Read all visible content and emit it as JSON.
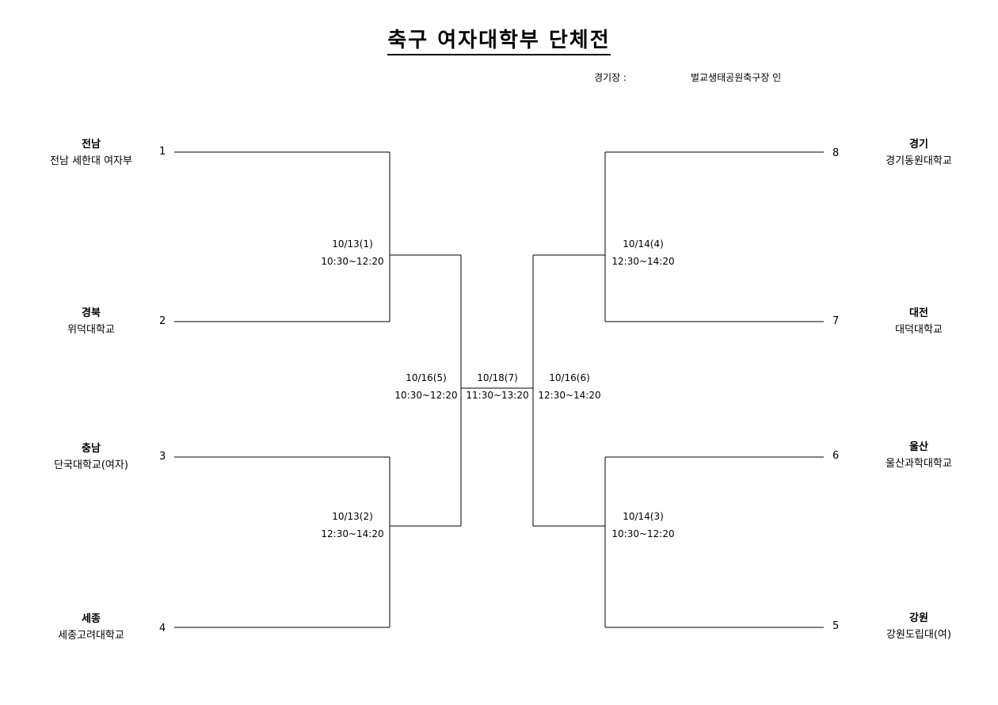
{
  "title": "축구 여자대학부 단체전",
  "venue": {
    "label": "경기장 :",
    "value": "벌교생태공원축구장 인"
  },
  "teams": [
    {
      "seed": "1",
      "region": "전남",
      "name": "전남 세한대 여자부"
    },
    {
      "seed": "2",
      "region": "경북",
      "name": "위덕대학교"
    },
    {
      "seed": "3",
      "region": "충남",
      "name": "단국대학교(여자)"
    },
    {
      "seed": "4",
      "region": "세종",
      "name": "세종고려대학교"
    },
    {
      "seed": "8",
      "region": "경기",
      "name": "경기동원대학교"
    },
    {
      "seed": "7",
      "region": "대전",
      "name": "대덕대학교"
    },
    {
      "seed": "6",
      "region": "울산",
      "name": "울산과학대학교"
    },
    {
      "seed": "5",
      "region": "강원",
      "name": "강원도립대(여)"
    }
  ],
  "matches": [
    {
      "date": "10/13(1)",
      "time": "10:30~12:20"
    },
    {
      "date": "10/13(2)",
      "time": "12:30~14:20"
    },
    {
      "date": "10/14(4)",
      "time": "12:30~14:20"
    },
    {
      "date": "10/14(3)",
      "time": "10:30~12:20"
    },
    {
      "date": "10/16(5)",
      "time": "10:30~12:20"
    },
    {
      "date": "10/16(6)",
      "time": "12:30~14:20"
    },
    {
      "date": "10/18(7)",
      "time": "11:30~13:20"
    }
  ]
}
